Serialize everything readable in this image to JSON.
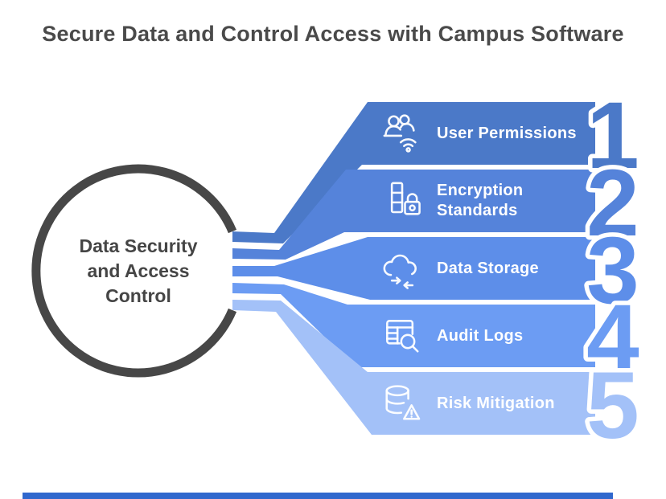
{
  "title": "Secure Data and Control Access with Campus Software",
  "center": {
    "label": "Data Security\nand Access\nControl"
  },
  "items": [
    {
      "number": "1",
      "label": "User Permissions",
      "icon": "users-wifi-icon",
      "color": "#4b79c8"
    },
    {
      "number": "2",
      "label": "Encryption\nStandards",
      "icon": "server-lock-icon",
      "color": "#5583da"
    },
    {
      "number": "3",
      "label": "Data Storage",
      "icon": "cloud-sync-icon",
      "color": "#5d8ee9"
    },
    {
      "number": "4",
      "label": "Audit Logs",
      "icon": "table-search-icon",
      "color": "#6c9cf3"
    },
    {
      "number": "5",
      "label": "Risk Mitigation",
      "icon": "database-alert-icon",
      "color": "#a3c1f8"
    }
  ],
  "colors": {
    "ring": "#474747",
    "footer_bar": "#3068cd"
  }
}
